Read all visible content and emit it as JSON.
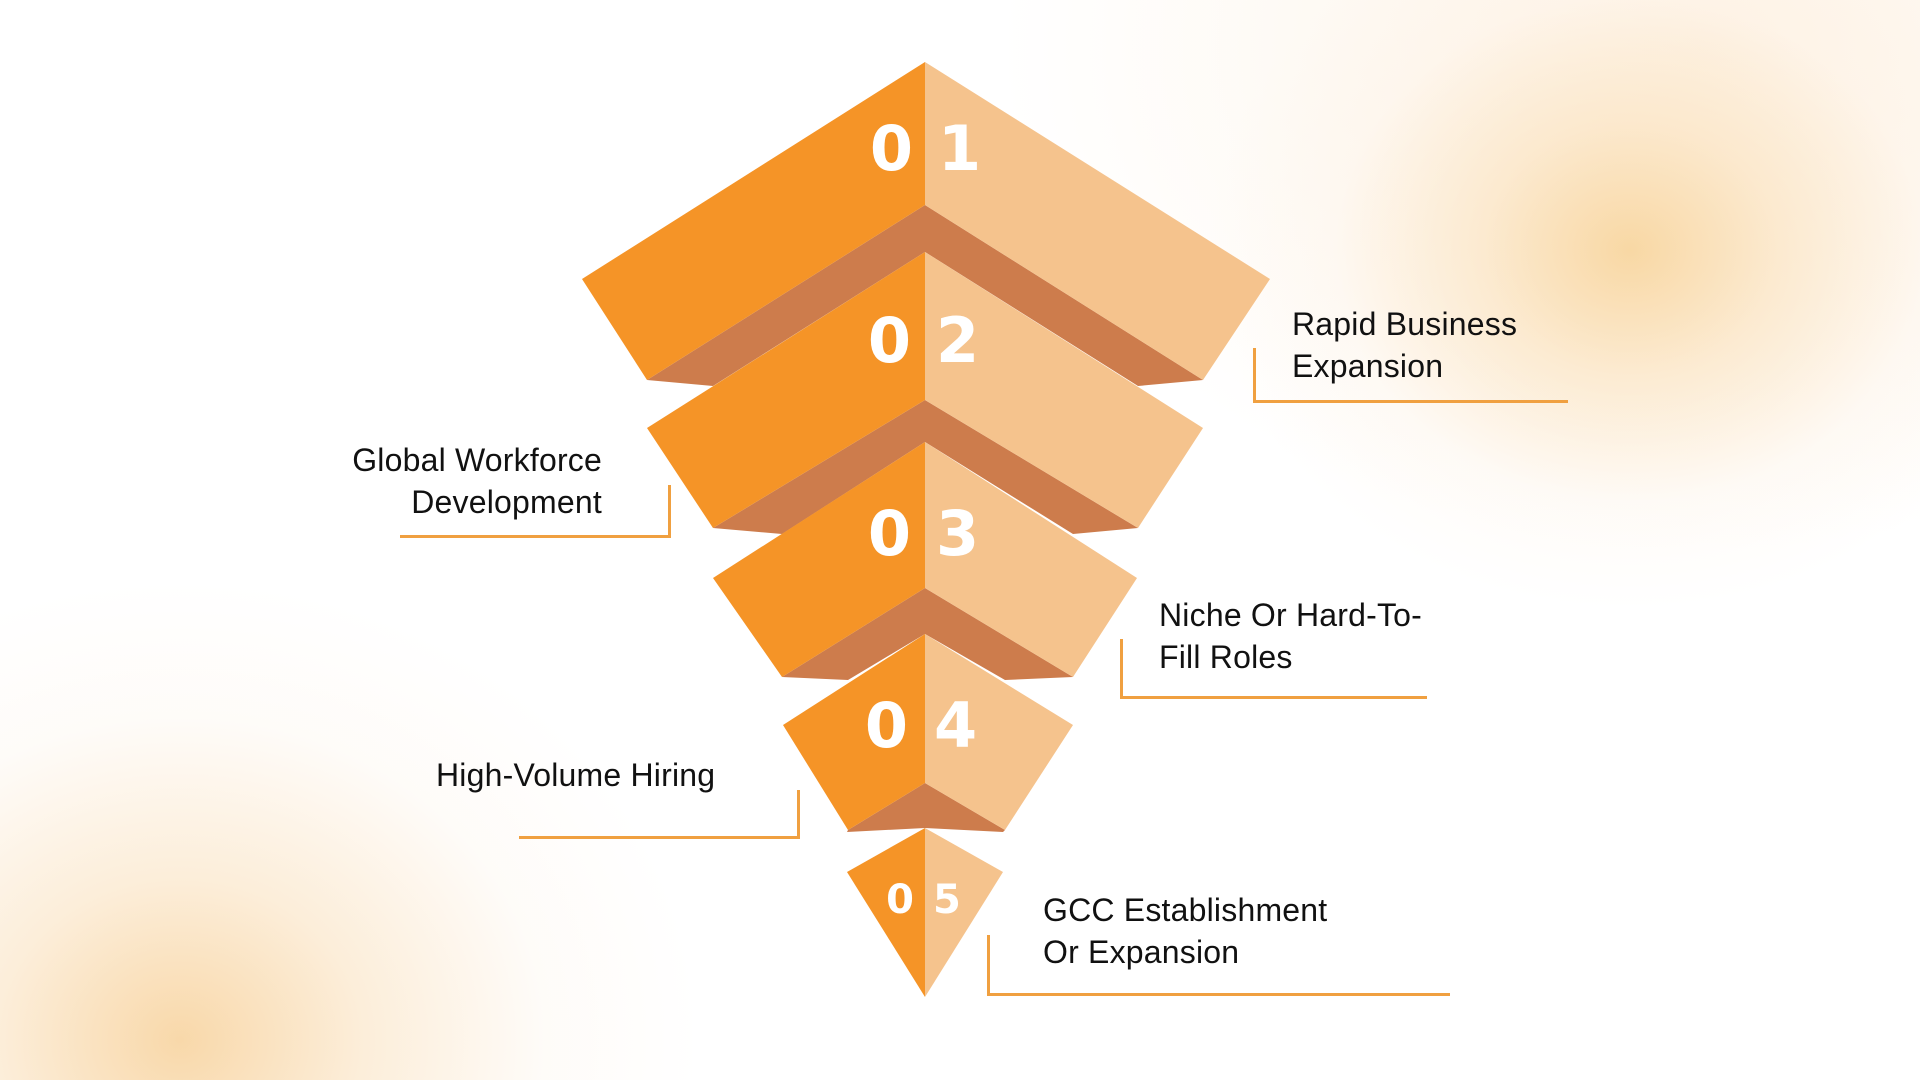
{
  "colors": {
    "dark_face": "#f59427",
    "light_face": "#f5c38d",
    "shadow": "#cd7c4c",
    "connector": "#f0a040",
    "text": "#111111"
  },
  "steps": [
    {
      "number_left": "0",
      "number_right": "1",
      "label_lines": [
        "Rapid Business",
        "Expansion"
      ],
      "side": "right"
    },
    {
      "number_left": "0",
      "number_right": "2",
      "label_lines": [
        "Global Workforce",
        "Development"
      ],
      "side": "left"
    },
    {
      "number_left": "0",
      "number_right": "3",
      "label_lines": [
        "Niche Or Hard-To-",
        "Fill Roles"
      ],
      "side": "right"
    },
    {
      "number_left": "0",
      "number_right": "4",
      "label_lines": [
        "High-Volume Hiring"
      ],
      "side": "left"
    },
    {
      "number_left": "0",
      "number_right": "5",
      "label_lines": [
        "GCC Establishment",
        "Or Expansion"
      ],
      "side": "right"
    }
  ]
}
